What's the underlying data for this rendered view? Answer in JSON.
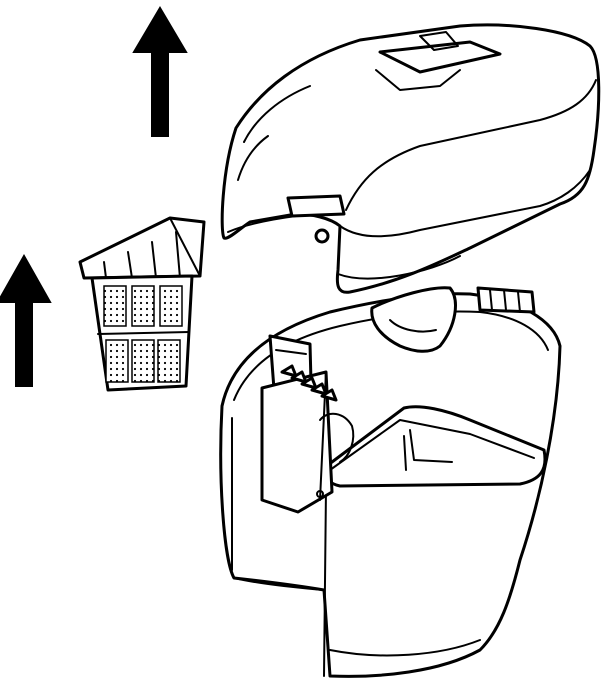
{
  "illustration": {
    "subject": "vacuum-dust-cup-and-filter-removal",
    "colors": {
      "line": "#000000",
      "background": "#ffffff"
    },
    "arrows": [
      {
        "name": "lift-lid-arrow",
        "direction": "up"
      },
      {
        "name": "lift-filter-arrow",
        "direction": "up"
      }
    ],
    "filter_cells": {
      "rows": 2,
      "columns": 3
    },
    "hinge_teeth": 5
  }
}
